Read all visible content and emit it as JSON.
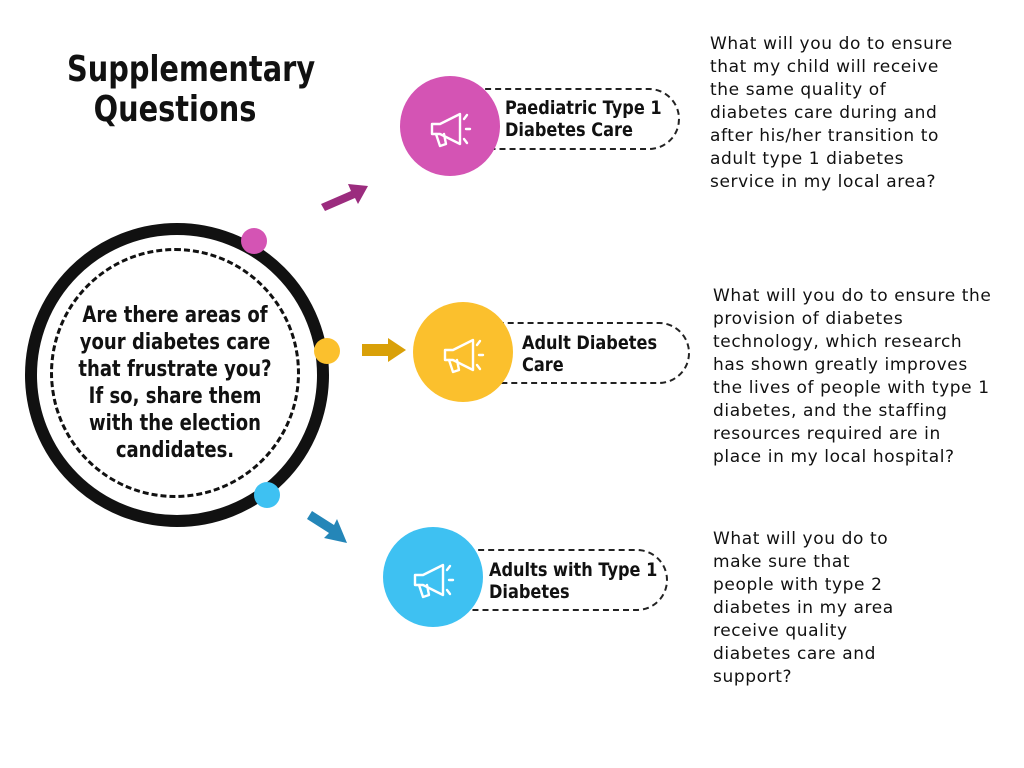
{
  "title": {
    "lines": [
      "Supplementary",
      "Questions"
    ]
  },
  "center": {
    "lines": [
      "Are there areas of",
      "your diabetes care",
      "that frustrate you?",
      "If so, share them",
      "with the election",
      "candidates."
    ]
  },
  "colors": {
    "magenta": "#d454b4",
    "yellow": "#fbc02d",
    "cyan": "#3ec1f2",
    "arrow_magenta": "#9b2c7e",
    "arrow_yellow": "#d9a008",
    "arrow_blue": "#2486b8"
  },
  "branches": [
    {
      "icon": "megaphone-icon",
      "label_lines": [
        "Paediatric Type 1",
        "Diabetes Care"
      ],
      "question_lines": [
        "What will you do to ensure",
        "that my child will receive",
        "the same quality of",
        "diabetes care during and",
        "after his/her transition to",
        "adult type 1 diabetes",
        "service in my local area?"
      ]
    },
    {
      "icon": "megaphone-icon",
      "label_lines": [
        "Adult Diabetes",
        "Care"
      ],
      "question_lines": [
        "What will you do to ensure the",
        "provision of diabetes",
        "technology, which research",
        "has shown greatly improves",
        "the lives of people with type 1",
        "diabetes, and the staffing",
        "resources required are in",
        "place in my local hospital?"
      ]
    },
    {
      "icon": "megaphone-icon",
      "label_lines": [
        "Adults with Type 1",
        "Diabetes"
      ],
      "question_lines": [
        "What will you do to",
        "make sure that",
        "people with type 2",
        "diabetes in my area",
        "receive quality",
        "diabetes care and",
        "support?"
      ]
    }
  ]
}
